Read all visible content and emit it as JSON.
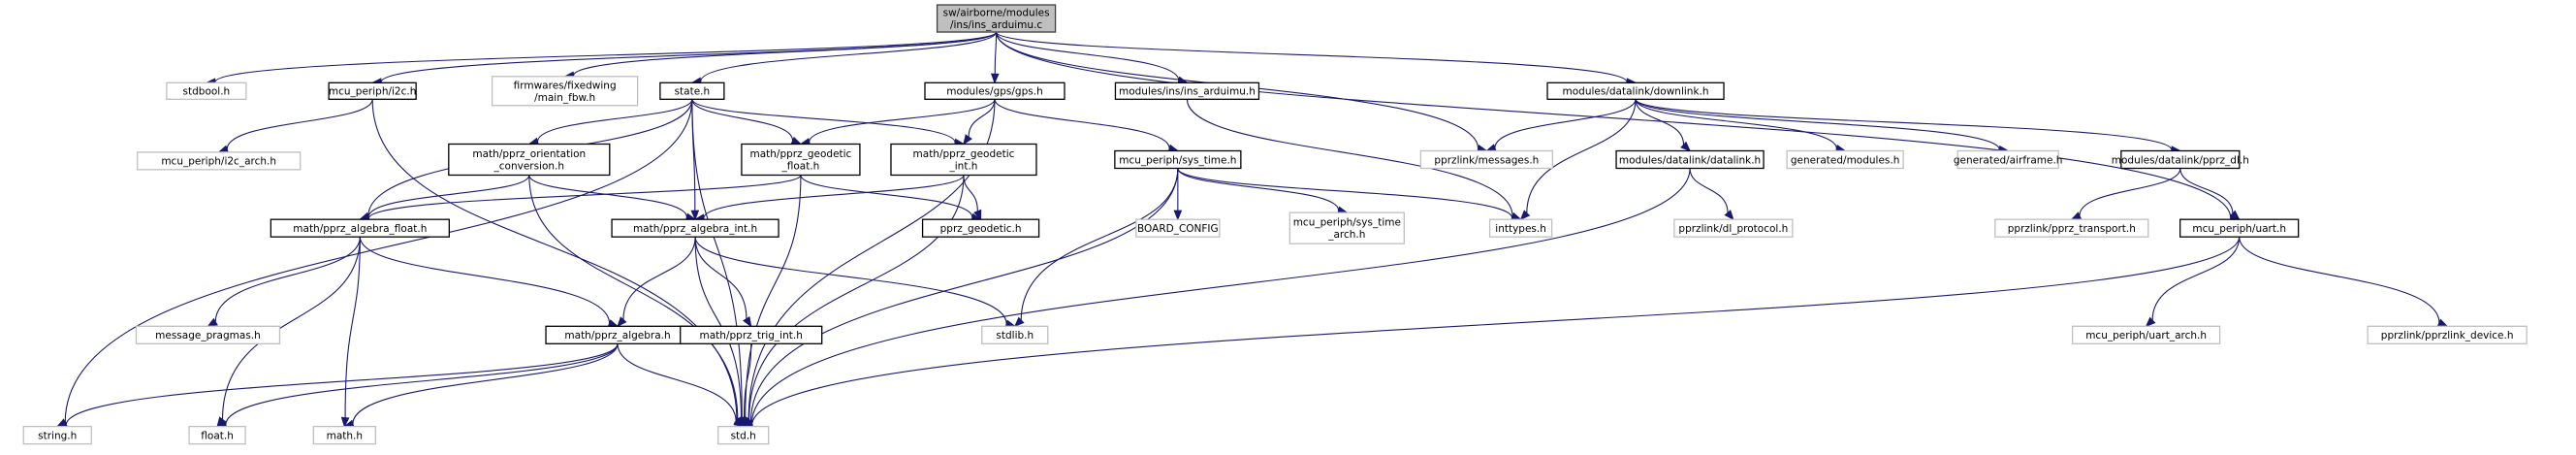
{
  "title": "Include dependency graph for ins_arduimu.c",
  "colors": {
    "edge": "#191970",
    "root_fill": "#bfbfbf",
    "documented_border": "#000000",
    "external_border": "#bfbfbf"
  },
  "nodes": [
    {
      "id": "root",
      "lines": [
        "sw/airborne/modules",
        "/ins/ins_arduimu.c"
      ],
      "kind": "root"
    },
    {
      "id": "stdbool",
      "lines": [
        "stdbool.h"
      ],
      "kind": "external"
    },
    {
      "id": "i2c",
      "lines": [
        "mcu_periph/i2c.h"
      ],
      "kind": "documented"
    },
    {
      "id": "main_fbw",
      "lines": [
        "firmwares/fixedwing",
        "/main_fbw.h"
      ],
      "kind": "external"
    },
    {
      "id": "state",
      "lines": [
        "state.h"
      ],
      "kind": "documented"
    },
    {
      "id": "gps",
      "lines": [
        "modules/gps/gps.h"
      ],
      "kind": "documented"
    },
    {
      "id": "ins_arduimu_h",
      "lines": [
        "modules/ins/ins_arduimu.h"
      ],
      "kind": "documented"
    },
    {
      "id": "downlink",
      "lines": [
        "modules/datalink/downlink.h"
      ],
      "kind": "documented"
    },
    {
      "id": "i2c_arch",
      "lines": [
        "mcu_periph/i2c_arch.h"
      ],
      "kind": "external"
    },
    {
      "id": "orient",
      "lines": [
        "math/pprz_orientation",
        "_conversion.h"
      ],
      "kind": "documented"
    },
    {
      "id": "geo_float",
      "lines": [
        "math/pprz_geodetic",
        "_float.h"
      ],
      "kind": "documented"
    },
    {
      "id": "geo_int",
      "lines": [
        "math/pprz_geodetic",
        "_int.h"
      ],
      "kind": "documented"
    },
    {
      "id": "sys_time",
      "lines": [
        "mcu_periph/sys_time.h"
      ],
      "kind": "documented"
    },
    {
      "id": "messages",
      "lines": [
        "pprzlink/messages.h"
      ],
      "kind": "external"
    },
    {
      "id": "datalink",
      "lines": [
        "modules/datalink/datalink.h"
      ],
      "kind": "documented"
    },
    {
      "id": "gen_modules",
      "lines": [
        "generated/modules.h"
      ],
      "kind": "external"
    },
    {
      "id": "gen_airframe",
      "lines": [
        "generated/airframe.h"
      ],
      "kind": "external"
    },
    {
      "id": "pprz_dl",
      "lines": [
        "modules/datalink/pprz_dl.h"
      ],
      "kind": "documented"
    },
    {
      "id": "alg_float",
      "lines": [
        "math/pprz_algebra_float.h"
      ],
      "kind": "documented"
    },
    {
      "id": "alg_int",
      "lines": [
        "math/pprz_algebra_int.h"
      ],
      "kind": "documented"
    },
    {
      "id": "pprz_geodetic",
      "lines": [
        "pprz_geodetic.h"
      ],
      "kind": "documented"
    },
    {
      "id": "board_config",
      "lines": [
        "BOARD_CONFIG"
      ],
      "kind": "external"
    },
    {
      "id": "sys_time_arch",
      "lines": [
        "mcu_periph/sys_time",
        "_arch.h"
      ],
      "kind": "external"
    },
    {
      "id": "inttypes",
      "lines": [
        "inttypes.h"
      ],
      "kind": "external"
    },
    {
      "id": "dl_protocol",
      "lines": [
        "pprzlink/dl_protocol.h"
      ],
      "kind": "external"
    },
    {
      "id": "pprz_transport",
      "lines": [
        "pprzlink/pprz_transport.h"
      ],
      "kind": "external"
    },
    {
      "id": "uart",
      "lines": [
        "mcu_periph/uart.h"
      ],
      "kind": "documented"
    },
    {
      "id": "msg_pragmas",
      "lines": [
        "message_pragmas.h"
      ],
      "kind": "external"
    },
    {
      "id": "algebra",
      "lines": [
        "math/pprz_algebra.h"
      ],
      "kind": "documented"
    },
    {
      "id": "trig_int",
      "lines": [
        "math/pprz_trig_int.h"
      ],
      "kind": "documented"
    },
    {
      "id": "stdlib",
      "lines": [
        "stdlib.h"
      ],
      "kind": "external"
    },
    {
      "id": "uart_arch",
      "lines": [
        "mcu_periph/uart_arch.h"
      ],
      "kind": "external"
    },
    {
      "id": "pprzlink_device",
      "lines": [
        "pprzlink/pprzlink_device.h"
      ],
      "kind": "external"
    },
    {
      "id": "string",
      "lines": [
        "string.h"
      ],
      "kind": "external"
    },
    {
      "id": "float",
      "lines": [
        "float.h"
      ],
      "kind": "external"
    },
    {
      "id": "math",
      "lines": [
        "math.h"
      ],
      "kind": "external"
    },
    {
      "id": "std",
      "lines": [
        "std.h"
      ],
      "kind": "external"
    }
  ],
  "edges": [
    [
      "root",
      "stdbool"
    ],
    [
      "root",
      "i2c"
    ],
    [
      "root",
      "main_fbw"
    ],
    [
      "root",
      "state"
    ],
    [
      "root",
      "gps"
    ],
    [
      "root",
      "ins_arduimu_h"
    ],
    [
      "root",
      "messages"
    ],
    [
      "root",
      "downlink"
    ],
    [
      "root",
      "uart"
    ],
    [
      "i2c",
      "i2c_arch"
    ],
    [
      "i2c",
      "std"
    ],
    [
      "state",
      "string"
    ],
    [
      "state",
      "alg_float"
    ],
    [
      "state",
      "orient"
    ],
    [
      "state",
      "geo_float"
    ],
    [
      "state",
      "geo_int"
    ],
    [
      "state",
      "alg_int"
    ],
    [
      "state",
      "std"
    ],
    [
      "gps",
      "geo_float"
    ],
    [
      "gps",
      "geo_int"
    ],
    [
      "gps",
      "sys_time"
    ],
    [
      "gps",
      "std"
    ],
    [
      "ins_arduimu_h",
      "inttypes"
    ],
    [
      "downlink",
      "messages"
    ],
    [
      "downlink",
      "datalink"
    ],
    [
      "downlink",
      "gen_modules"
    ],
    [
      "downlink",
      "gen_airframe"
    ],
    [
      "downlink",
      "pprz_dl"
    ],
    [
      "downlink",
      "inttypes"
    ],
    [
      "orient",
      "alg_float"
    ],
    [
      "orient",
      "alg_int"
    ],
    [
      "orient",
      "std"
    ],
    [
      "geo_float",
      "alg_float"
    ],
    [
      "geo_float",
      "pprz_geodetic"
    ],
    [
      "geo_float",
      "std"
    ],
    [
      "geo_int",
      "alg_int"
    ],
    [
      "geo_int",
      "pprz_geodetic"
    ],
    [
      "geo_int",
      "std"
    ],
    [
      "sys_time",
      "board_config"
    ],
    [
      "sys_time",
      "sys_time_arch"
    ],
    [
      "sys_time",
      "inttypes"
    ],
    [
      "sys_time",
      "stdlib"
    ],
    [
      "sys_time",
      "std"
    ],
    [
      "datalink",
      "dl_protocol"
    ],
    [
      "datalink",
      "std"
    ],
    [
      "pprz_dl",
      "pprz_transport"
    ],
    [
      "pprz_dl",
      "uart"
    ],
    [
      "uart",
      "uart_arch"
    ],
    [
      "uart",
      "pprzlink_device"
    ],
    [
      "uart",
      "std"
    ],
    [
      "alg_float",
      "msg_pragmas"
    ],
    [
      "alg_float",
      "algebra"
    ],
    [
      "alg_float",
      "float"
    ],
    [
      "alg_float",
      "math"
    ],
    [
      "alg_int",
      "algebra"
    ],
    [
      "alg_int",
      "trig_int"
    ],
    [
      "alg_int",
      "stdlib"
    ],
    [
      "alg_int",
      "std"
    ],
    [
      "algebra",
      "string"
    ],
    [
      "algebra",
      "float"
    ],
    [
      "algebra",
      "math"
    ],
    [
      "algebra",
      "std"
    ],
    [
      "trig_int",
      "std"
    ]
  ]
}
